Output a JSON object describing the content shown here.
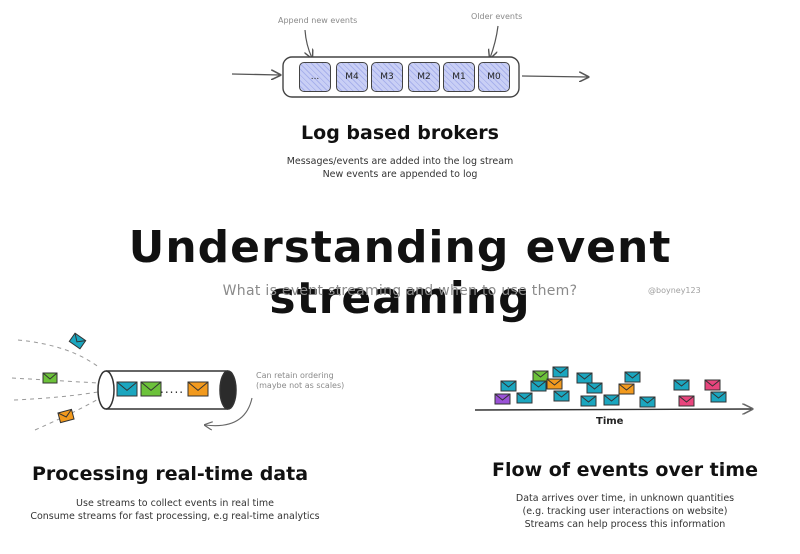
{
  "title": "Understanding event streaming",
  "subtitle": "What is event streaming and when to use them?",
  "handle": "@boyney123",
  "log_section": {
    "annotation_new": "Append new events",
    "annotation_old": "Older events",
    "cells": [
      "...",
      "M4",
      "M3",
      "M2",
      "M1",
      "M0"
    ],
    "title": "Log based brokers",
    "desc_line1": "Messages/events are added into the log stream",
    "desc_line2": "New events are appended to log"
  },
  "realtime_section": {
    "annotation": "Can retain ordering (maybe not as scales)",
    "annotation_line1": "Can retain ordering",
    "annotation_line2": "(maybe not as scales)",
    "pipe_dots": ".....",
    "title": "Processing real-time data",
    "desc_line1": "Use streams to collect events in real time",
    "desc_line2": "Consume streams for fast processing, e.g real-time analytics"
  },
  "flow_section": {
    "axis_label": "Time",
    "title": "Flow of events over time",
    "desc_line1": "Data arrives over time, in unknown quantities",
    "desc_line2": "(e.g. tracking user interactions on website)",
    "desc_line3": "Streams can help process this information"
  },
  "colors": {
    "cell_fill": "#c9cff5",
    "teal": "#1ba6bf",
    "green": "#6cc23a",
    "orange": "#f29a1e",
    "pink": "#e8457d",
    "purple": "#9a52d6"
  }
}
